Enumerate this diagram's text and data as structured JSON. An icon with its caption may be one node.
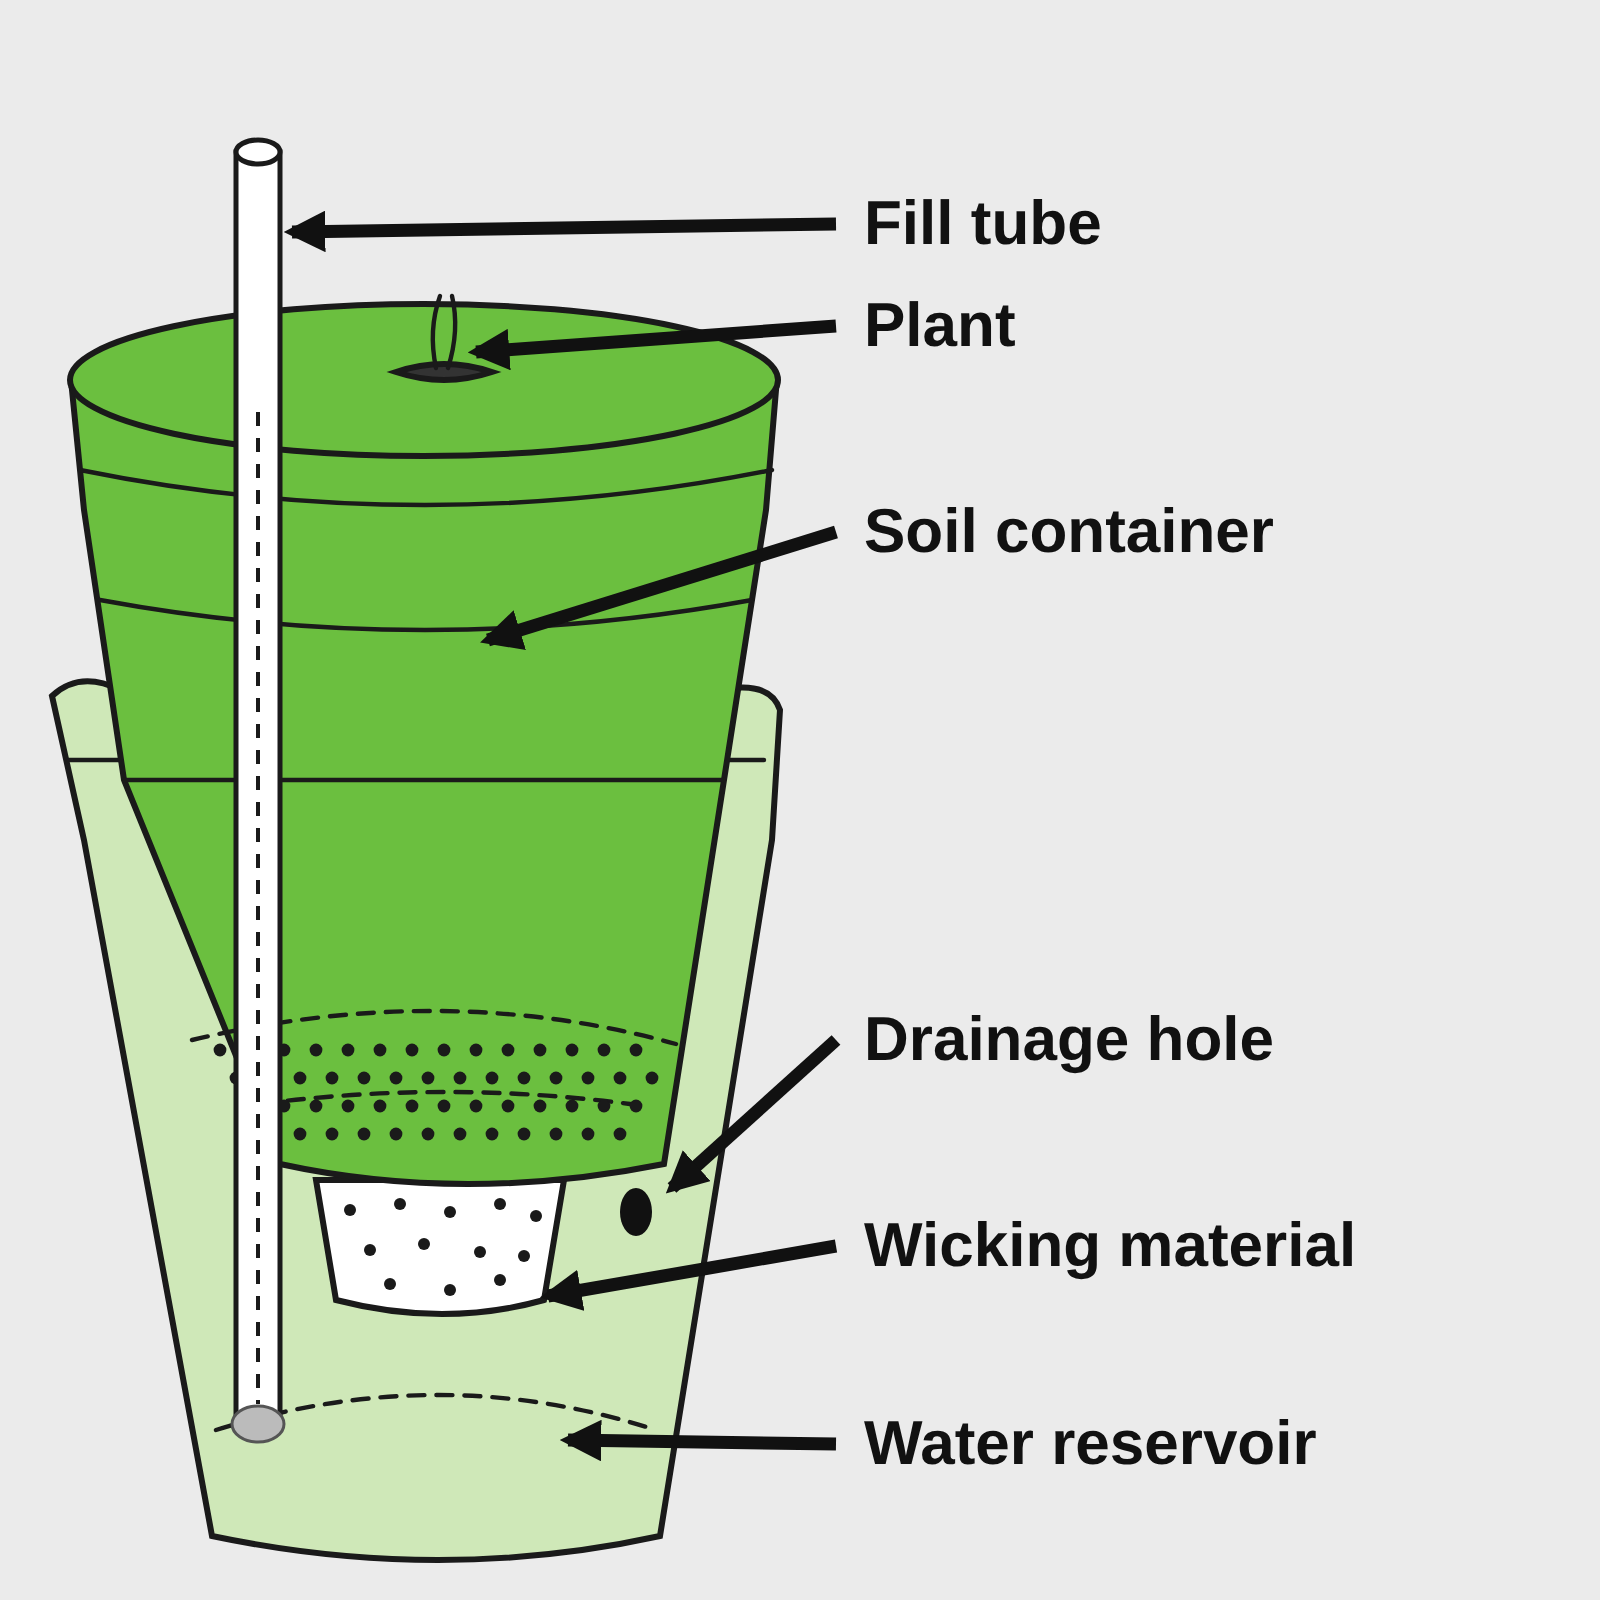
{
  "diagram": {
    "nodes": [
      {
        "text": [
          "Fill tube"
        ]
      },
      {
        "text": [
          "Plant"
        ]
      },
      {
        "text": [
          "Soil container"
        ]
      },
      {
        "text": [
          "Drainage hole"
        ]
      },
      {
        "text": [
          "Wicking material"
        ]
      },
      {
        "text": [
          "Water reservoir"
        ]
      },
      {
        "text": [],
        "shape": "cylinder"
      },
      {
        "text": [],
        "shape": "picture"
      },
      {
        "text": [],
        "shape": "picture"
      },
      {
        "text": [],
        "shape": "circle",
        "in": 11
      },
      {
        "text": [],
        "shape": "picture",
        "in": 11
      },
      {
        "text": [],
        "shape": "picture"
      }
    ],
    "edges": [
      {
        "from": 0,
        "to": 6,
        "arrow": "to"
      },
      {
        "from": 1,
        "to": 7,
        "arrow": "to"
      },
      {
        "from": 2,
        "to": 8,
        "arrow": "to"
      },
      {
        "from": 3,
        "to": 9,
        "arrow": "to"
      },
      {
        "from": 4,
        "to": 10,
        "arrow": "to"
      },
      {
        "from": 5,
        "to": 11,
        "arrow": "to"
      }
    ]
  }
}
